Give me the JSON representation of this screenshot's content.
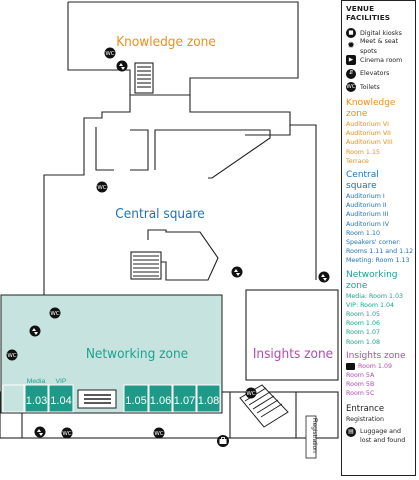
{
  "zones": {
    "knowledge": "Knowledge zone",
    "central": "Central square",
    "networking": "Networking zone",
    "insights": "Insights zone"
  },
  "rooms": {
    "r103": "1.03",
    "r104": "1.04",
    "r105": "1.05",
    "r106": "1.06",
    "r107": "1.07",
    "r108": "1.08",
    "media_tag": "Media",
    "vip_tag": "VIP"
  },
  "registration_label": "Registration",
  "icons": {
    "wc": "WC",
    "elevator": "elevator-icon",
    "luggage": "luggage-icon",
    "stairs": "stairs-icon"
  },
  "colors": {
    "knowledge": "#e8901e",
    "central": "#1f72b8",
    "networking": "#1aa38e",
    "networking_fill": "#c6e3df",
    "room_fill": "#1f9a88",
    "insights": "#b24ab4"
  },
  "legend": {
    "title": "VENUE FACILITIES",
    "facilities": [
      {
        "icon": "kiosk-icon",
        "label": "Digital kiosks"
      },
      {
        "icon": "meet-icon",
        "label": "Meet & seat spots"
      },
      {
        "icon": "cinema-icon",
        "label": "Cinema room"
      },
      {
        "icon": "elevator-icon",
        "label": "Elevators"
      },
      {
        "icon": "toilet-icon",
        "label": "Toilets"
      }
    ],
    "knowledge": {
      "title": "Knowledge zone",
      "items": [
        "Auditorium VI",
        "Auditorium VII",
        "Auditorium VIII",
        "Room 1.15",
        "Terrace"
      ]
    },
    "central": {
      "title": "Central square",
      "items": [
        "Auditorium I",
        "Auditorium II",
        "Auditorium III",
        "Auditorium IV",
        "Room 1.10",
        "Speakers' corner:",
        "Rooms 1.11 and 1.12",
        "Meeting: Room 1.13"
      ]
    },
    "networking": {
      "title": "Networking zone",
      "items": [
        "Media: Room 1.03",
        "VIP: Room 1.04",
        "Room 1.05",
        "Room 1.06",
        "Room 1.07",
        "Room 1.08"
      ]
    },
    "insights": {
      "title": "Insights zone",
      "cinema_item": "Room 1.09",
      "items": [
        "Room 5A",
        "Room 5B",
        "Room 5C"
      ]
    },
    "entrance": {
      "title": "Entrance",
      "registration": "Registration",
      "luggage": "Luggage and lost and found"
    }
  }
}
